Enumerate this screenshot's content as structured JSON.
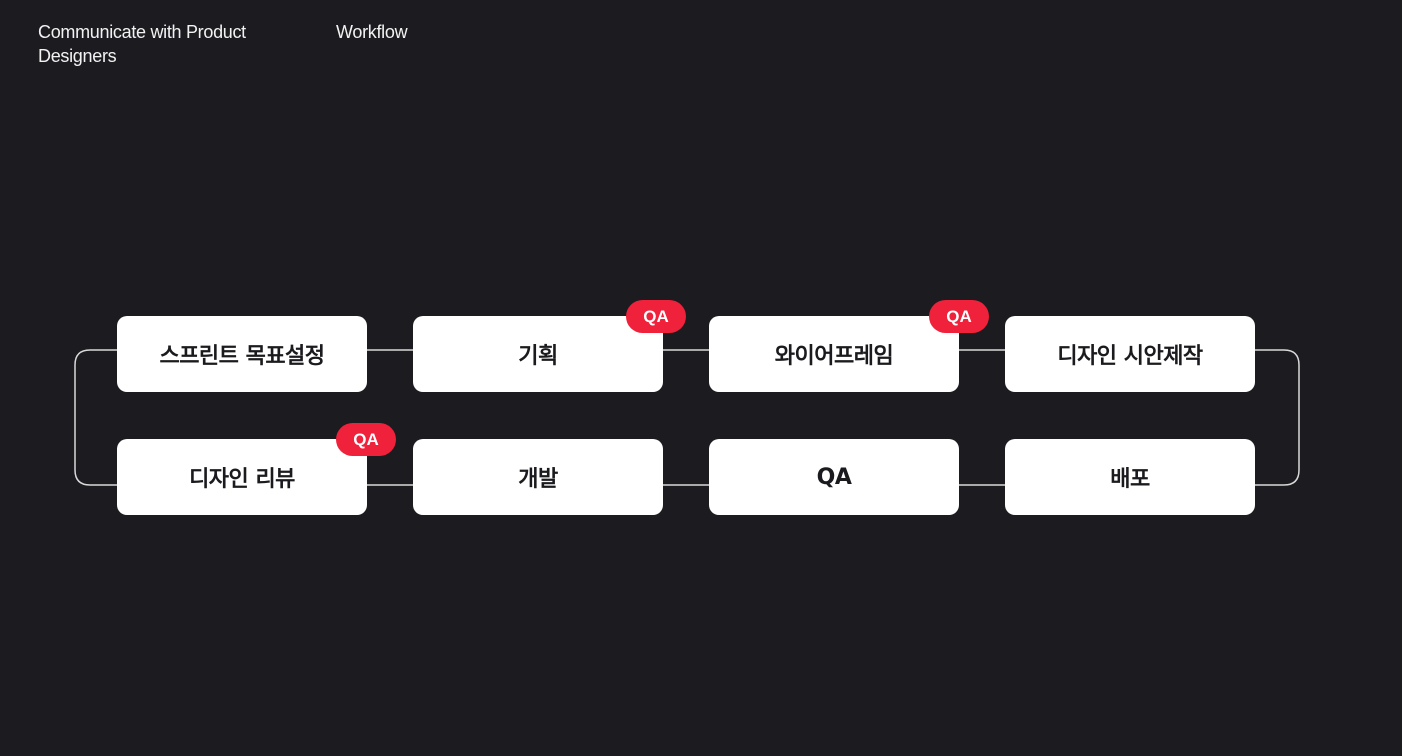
{
  "header": {
    "title": "Communicate with Product Designers",
    "section": "Workflow"
  },
  "workflow": {
    "row1": [
      "스프린트 목표설정",
      "기획",
      "와이어프레임",
      "디자인 시안제작"
    ],
    "row2": [
      "디자인 리뷰",
      "개발",
      "QA",
      "배포"
    ],
    "qa_badge_label": "QA"
  },
  "colors": {
    "background": "#1c1b20",
    "box": "#ffffff",
    "badge": "#f0213a",
    "connector": "#d9d9d9"
  }
}
